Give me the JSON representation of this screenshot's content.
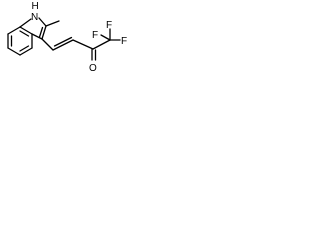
{
  "molecule": {
    "atoms": {
      "nh_label": "H",
      "n_label": "N",
      "o_label": "O",
      "f1_label": "F",
      "f2_label": "F",
      "f3_label": "F"
    }
  }
}
